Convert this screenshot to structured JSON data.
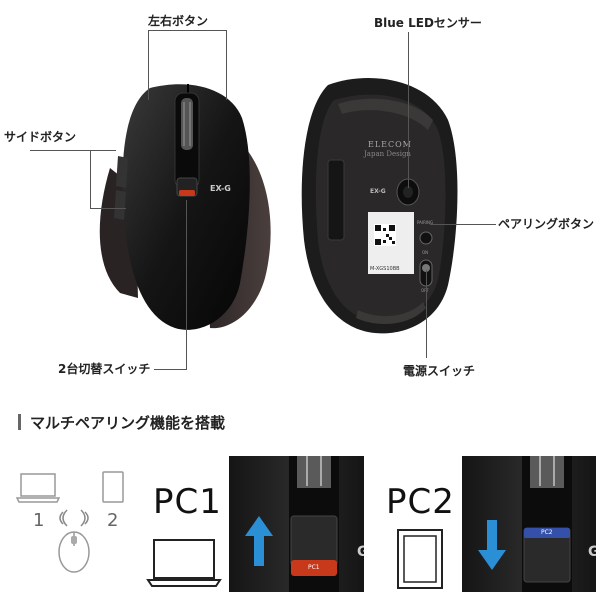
{
  "callouts": {
    "left_right_button": "左右ボタン",
    "side_button": "サイドボタン",
    "switch_2": "2台切替スイッチ",
    "blue_led_sensor": "Blue LEDセンサー",
    "pairing_button": "ペアリングボタン",
    "power_switch": "電源スイッチ"
  },
  "mouse_top": {
    "model_badge": "EX-G"
  },
  "mouse_bottom": {
    "brand": "ELECOM",
    "subbrand": "Japan Design",
    "badge": "EX-G",
    "sticker_model": "M-XGS10BB",
    "on_label": "ON",
    "off_label": "OFF",
    "pairing_label": "PAIRING"
  },
  "section": {
    "title": "マルチペアリング機能を搭載"
  },
  "diagram": {
    "num_1": "1",
    "num_2": "2"
  },
  "pc1": {
    "label": "PC1",
    "switch_text": "PC1",
    "arrow_color": "#2b8fd6",
    "indicator_color": "#c8391c"
  },
  "pc2": {
    "label": "PC2",
    "switch_text": "PC2",
    "arrow_color": "#2b8fd6",
    "indicator_color": "#3550a8"
  },
  "colors": {
    "accent_blue": "#2b8fd6",
    "accent_red": "#c8391c"
  }
}
